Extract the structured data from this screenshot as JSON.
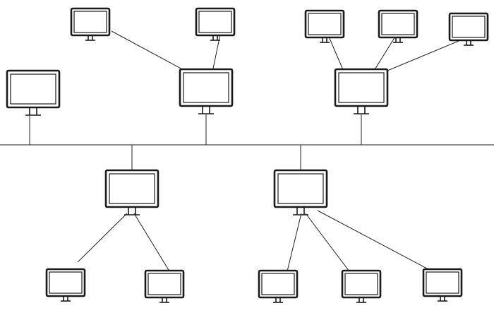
{
  "diagram": {
    "type": "bus-network-topology",
    "icon": "computer-monitor-icon",
    "colors": {
      "line": "#222222",
      "node_stroke": "#1a1a1a",
      "background": "#ffffff"
    },
    "bus": {
      "orientation": "horizontal",
      "spans": "full-width"
    },
    "groups": [
      {
        "side": "above-bus",
        "hub": true,
        "clients": 0
      },
      {
        "side": "above-bus",
        "hub": true,
        "clients": 2
      },
      {
        "side": "above-bus",
        "hub": true,
        "clients": 3
      },
      {
        "side": "below-bus",
        "hub": true,
        "clients": 2
      },
      {
        "side": "below-bus",
        "hub": true,
        "clients": 3
      }
    ]
  }
}
